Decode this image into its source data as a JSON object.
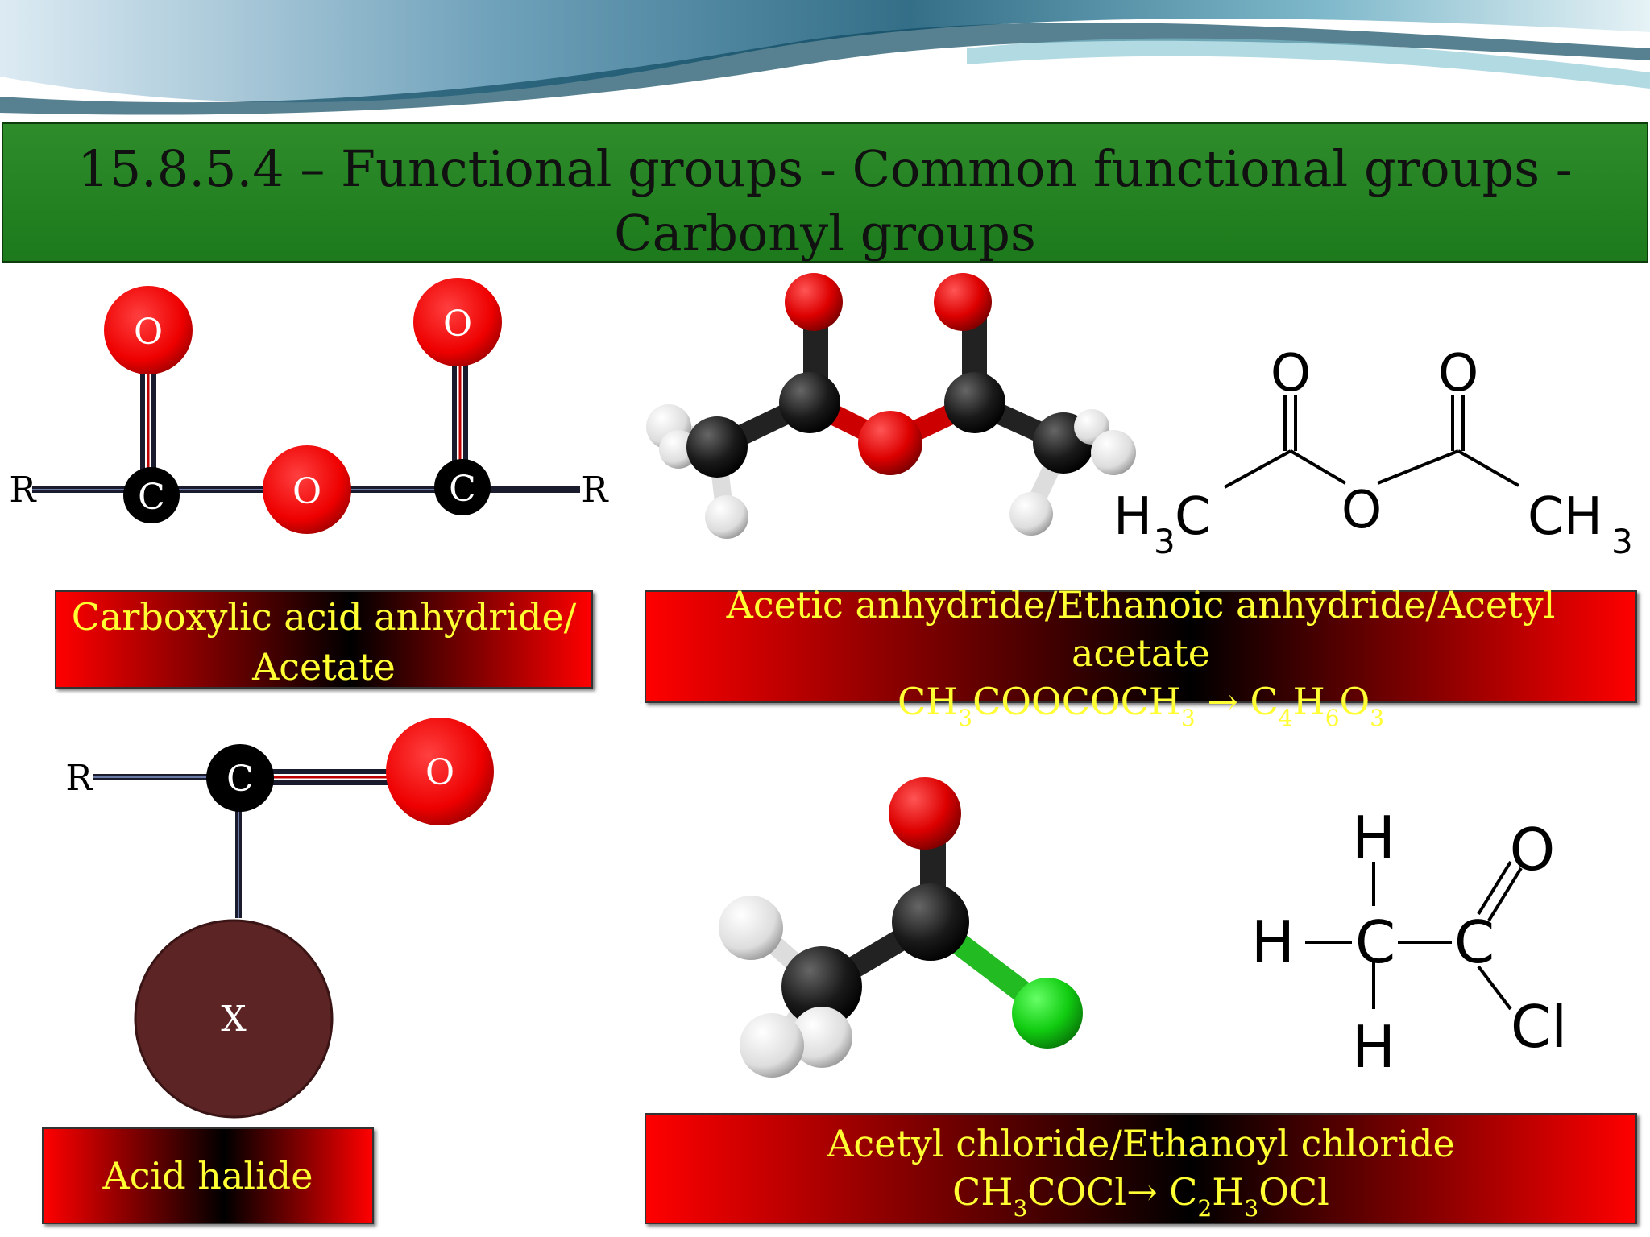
{
  "title": {
    "line1": "15.8.5.4 – Functional groups - Common functional groups -",
    "line2": "Carbonyl groups"
  },
  "anhydride_diagram": {
    "atoms": {
      "O_top_left": "O",
      "O_top_right": "O",
      "O_bridge": "O",
      "C_left": "C",
      "C_right": "C",
      "R_left": "R",
      "R_right": "R"
    }
  },
  "anhydride_label": {
    "line1": "Carboxylic acid anhydride/",
    "line2": "Acetate"
  },
  "acetic_label": {
    "line1": "Acetic anhydride/Ethanoic anhydride/Acetyl",
    "line2": "acetate",
    "formula": {
      "p1": "CH",
      "s1": "3",
      "p2": "COOCOCH",
      "s2": "3",
      "arrow": " → C",
      "s3": "4",
      "p3": "H",
      "s4": "6",
      "p4": "O",
      "s5": "3"
    }
  },
  "acetic_skeletal": {
    "h3c_H": "H",
    "h3c_3": "3",
    "h3c_C": "C",
    "o1": "O",
    "o2": "O",
    "o3": "O",
    "ch3_CH": "CH",
    "ch3_3": "3"
  },
  "halide_diagram": {
    "R": "R",
    "C": "C",
    "O": "O",
    "X": "X"
  },
  "halide_label": {
    "line1": "Acid halide"
  },
  "acetyl_skeletal": {
    "h_top": "H",
    "h_left": "H",
    "c1": "C",
    "c2": "C",
    "o": "O",
    "h_bottom": "H",
    "cl": "Cl"
  },
  "acetyl_label": {
    "line1": "Acetyl chloride/Ethanoyl chloride",
    "formula": {
      "p1": "CH",
      "s1": "3",
      "p2": "COCl",
      "arrow": "→ C",
      "s2": "2",
      "p3": "H",
      "s3": "3",
      "p4": "OCl"
    }
  },
  "colors": {
    "title_green": "#1f7d1e",
    "oxygen_red": "#ff0000",
    "carbon_black": "#000000",
    "label_yellow": "#ffff33",
    "halogen_green": "#22cc22"
  }
}
